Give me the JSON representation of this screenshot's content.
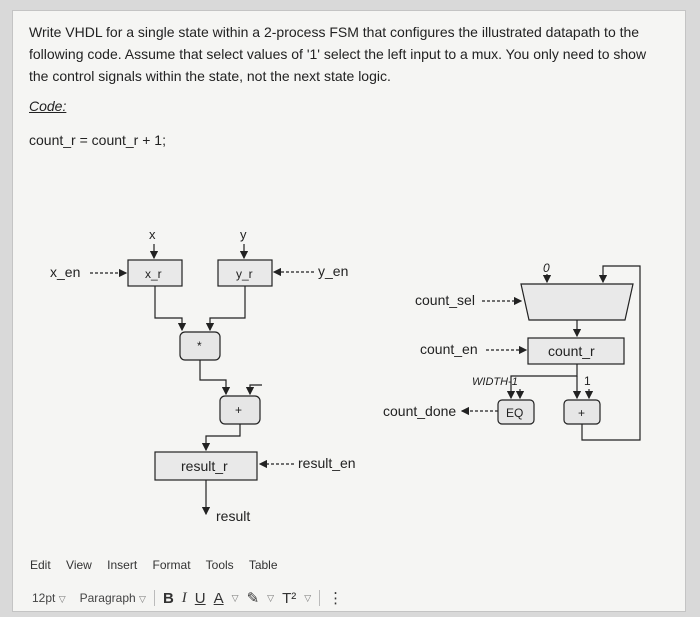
{
  "question": {
    "text": "Write VHDL for a single state within a 2-process FSM that configures the illustrated datapath to the following code. Assume that select values of '1' select the left input to a mux. You only need to show the control signals within the state, not the next state logic.",
    "code_label": "Code:",
    "code_line": "count_r = count_r + 1;"
  },
  "diagram": {
    "input_x": "x",
    "input_y": "y",
    "x_en": "x_en",
    "x_r": "x_r",
    "y_r": "y_r",
    "y_en": "y_en",
    "mult": "*",
    "add": "+",
    "result_r": "result_r",
    "result_en": "result_en",
    "result": "result",
    "zero": "0",
    "count_sel": "count_sel",
    "count_en": "count_en",
    "count_r": "count_r",
    "width": "WIDTH-1",
    "one": "1",
    "count_done": "count_done",
    "eq": "EQ",
    "add2": "+"
  },
  "editor": {
    "menu": [
      "Edit",
      "View",
      "Insert",
      "Format",
      "Tools",
      "Table"
    ],
    "font_size": "12pt",
    "block_format": "Paragraph",
    "bold": "B",
    "italic": "I",
    "underline": "U",
    "font_color": "A",
    "superscript": "T²",
    "more": "⋮"
  }
}
